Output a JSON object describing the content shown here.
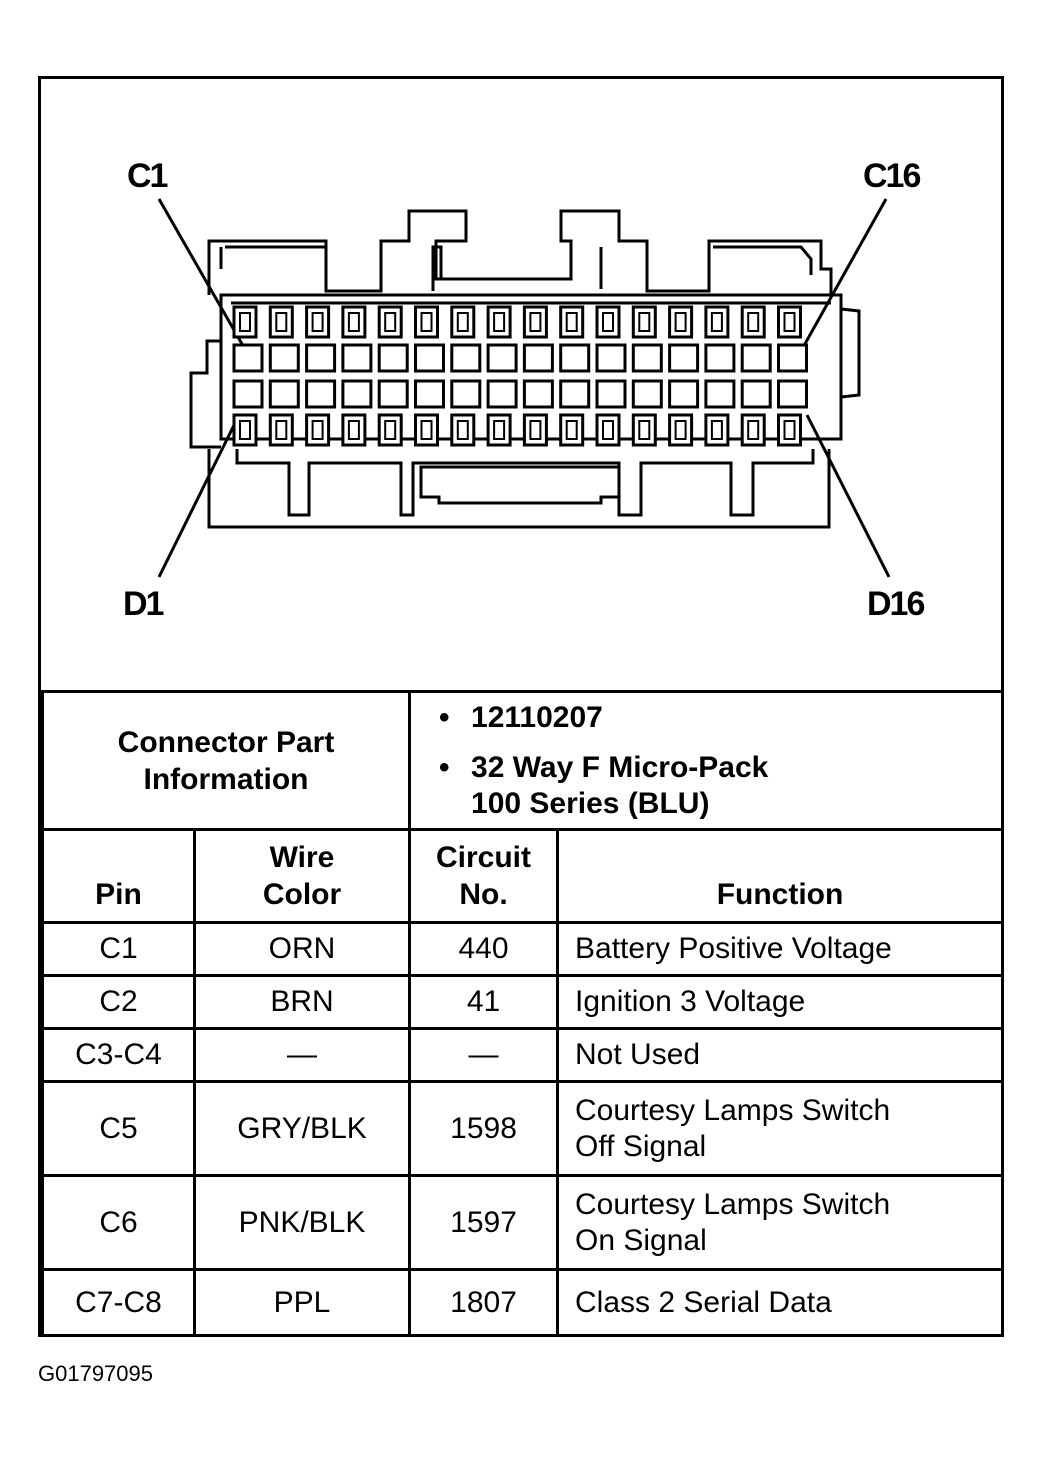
{
  "connector": {
    "labels": {
      "top_left": "C1",
      "top_right": "C16",
      "bottom_left": "D1",
      "bottom_right": "D16"
    },
    "pins_per_row": 16
  },
  "part_info": {
    "label_line1": "Connector Part",
    "label_line2": "Information",
    "items": [
      "12110207",
      "32 Way F Micro-Pack",
      "100 Series (BLU)"
    ]
  },
  "table": {
    "headers": {
      "pin": "Pin",
      "wire_color_1": "Wire",
      "wire_color_2": "Color",
      "circuit_1": "Circuit",
      "circuit_2": "No.",
      "function": "Function"
    },
    "rows": [
      {
        "pin": "C1",
        "wire": "ORN",
        "circuit": "440",
        "function_1": "Battery Positive Voltage",
        "function_2": ""
      },
      {
        "pin": "C2",
        "wire": "BRN",
        "circuit": "41",
        "function_1": "Ignition 3 Voltage",
        "function_2": ""
      },
      {
        "pin": "C3-C4",
        "wire": "—",
        "circuit": "—",
        "function_1": "Not Used",
        "function_2": ""
      },
      {
        "pin": "C5",
        "wire": "GRY/BLK",
        "circuit": "1598",
        "function_1": "Courtesy Lamps Switch",
        "function_2": "Off Signal"
      },
      {
        "pin": "C6",
        "wire": "PNK/BLK",
        "circuit": "1597",
        "function_1": "Courtesy Lamps Switch",
        "function_2": "On Signal"
      },
      {
        "pin": "C7-C8",
        "wire": "PPL",
        "circuit": "1807",
        "function_1": "Class 2 Serial Data",
        "function_2": ""
      }
    ]
  },
  "figure_id": "G01797095"
}
